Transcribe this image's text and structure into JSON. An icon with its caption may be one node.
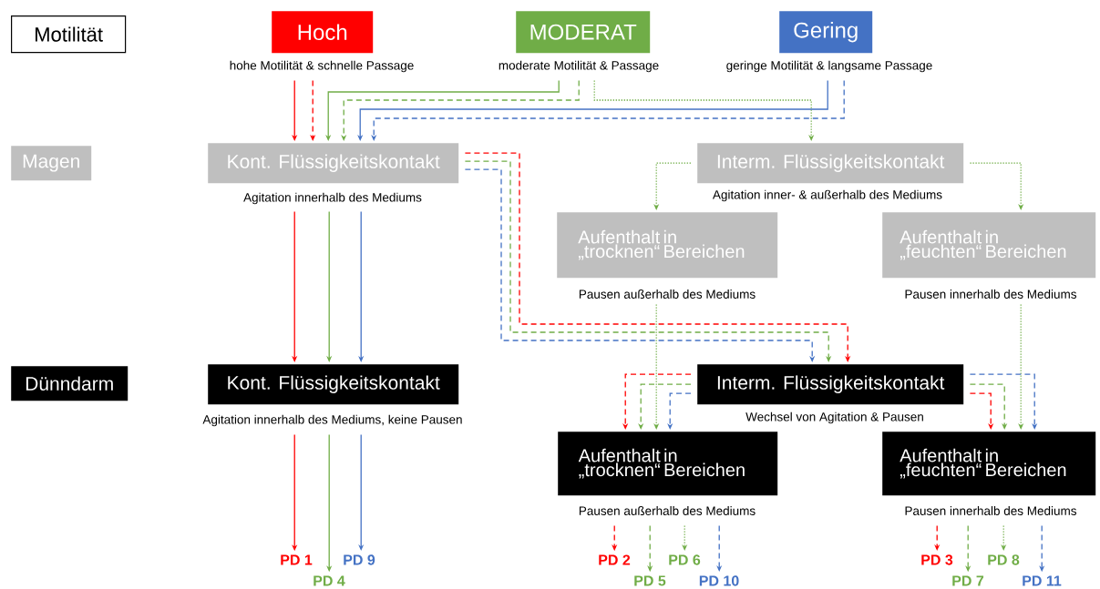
{
  "diagram": {
    "nodes": [
      {
        "text": [
          "Motilität"
        ]
      },
      {
        "text": [
          "Hoch"
        ],
        "beside": [
          "hohe Motilität & schnelle Passage"
        ]
      },
      {
        "text": [
          "MODERAT"
        ],
        "beside": [
          "moderate Motilität & Passage"
        ]
      },
      {
        "text": [
          "Gering"
        ],
        "beside": [
          "geringe Motilität & langsame Passage"
        ]
      },
      {
        "text": [
          "Magen"
        ]
      },
      {
        "text": [
          "Kont. Flüssigkeitskontakt"
        ],
        "beside": [
          "Agitation innerhalb des Mediums"
        ]
      },
      {
        "text": [
          "Interm. Flüssigkeitskontakt"
        ],
        "beside": [
          "Agitation inner- & außerhalb des Mediums"
        ]
      },
      {
        "text": [
          "Aufenthalt in „trocknen“ Bereichen"
        ],
        "beside": [
          "Pausen außerhalb des Mediums"
        ]
      },
      {
        "text": [
          "Aufenthalt in „feuchten“ Bereichen"
        ],
        "beside": [
          "Pausen innerhalb des Mediums"
        ]
      },
      {
        "text": [
          "Dünndarm"
        ]
      },
      {
        "text": [
          "Kont. Flüssigkeitskontakt"
        ],
        "beside": [
          "Agitation innerhalb des Mediums, keine Pausen"
        ]
      },
      {
        "text": [
          "Interm. Flüssigkeitskontakt"
        ],
        "beside": [
          "Wechsel von Agitation & Pausen"
        ]
      },
      {
        "text": [
          "Aufenthalt in „trocknen“ Bereichen"
        ],
        "beside": [
          "Pausen außerhalb des Mediums"
        ]
      },
      {
        "text": [
          "Aufenthalt in „feuchten“ Bereichen"
        ],
        "beside": [
          "Pausen innerhalb des Mediums"
        ]
      },
      {
        "text": [
          "PD 1"
        ]
      },
      {
        "text": [
          "PD 4"
        ]
      },
      {
        "text": [
          "PD 9"
        ]
      },
      {
        "text": [
          "PD 2"
        ]
      },
      {
        "text": [
          "PD 5"
        ]
      },
      {
        "text": [
          "PD 6"
        ]
      },
      {
        "text": [
          "PD 10"
        ]
      },
      {
        "text": [
          "PD 3"
        ]
      },
      {
        "text": [
          "PD 7"
        ]
      },
      {
        "text": [
          "PD 8"
        ]
      },
      {
        "text": [
          "PD 11"
        ]
      }
    ],
    "edges": [
      {
        "from": 1,
        "to": 5,
        "arrow": "to",
        "color": "#ff0000"
      },
      {
        "from": 1,
        "to": 5,
        "arrow": "to",
        "color": "#ff0000",
        "style": "dashed"
      },
      {
        "from": 2,
        "to": 5,
        "arrow": "to",
        "color": "#70ad47"
      },
      {
        "from": 2,
        "to": 5,
        "arrow": "to",
        "color": "#70ad47",
        "style": "dashed"
      },
      {
        "from": 2,
        "to": 6,
        "arrow": "to",
        "color": "#70ad47",
        "style": "dashed"
      },
      {
        "from": 3,
        "to": 5,
        "arrow": "to",
        "color": "#4472c4"
      },
      {
        "from": 3,
        "to": 5,
        "arrow": "to",
        "color": "#4472c4",
        "style": "dashed"
      },
      {
        "from": 5,
        "to": 10,
        "arrow": "to",
        "color": "#ff0000"
      },
      {
        "from": 5,
        "to": 10,
        "arrow": "to",
        "color": "#70ad47"
      },
      {
        "from": 5,
        "to": 10,
        "arrow": "to",
        "color": "#4472c4"
      },
      {
        "from": 5,
        "to": 11,
        "arrow": "to",
        "color": "#ff0000",
        "style": "dashed"
      },
      {
        "from": 5,
        "to": 11,
        "arrow": "to",
        "color": "#70ad47",
        "style": "dashed"
      },
      {
        "from": 5,
        "to": 11,
        "arrow": "to",
        "color": "#4472c4",
        "style": "dashed"
      },
      {
        "from": 6,
        "to": 7,
        "arrow": "to",
        "color": "#70ad47",
        "style": "dashed"
      },
      {
        "from": 6,
        "to": 8,
        "arrow": "to",
        "color": "#70ad47",
        "style": "dashed"
      },
      {
        "from": 7,
        "to": 12,
        "arrow": "to",
        "color": "#70ad47",
        "style": "dashed"
      },
      {
        "from": 8,
        "to": 13,
        "arrow": "to",
        "color": "#70ad47",
        "style": "dashed"
      },
      {
        "from": 11,
        "to": 12,
        "arrow": "to",
        "color": "#ff0000",
        "style": "dashed"
      },
      {
        "from": 11,
        "to": 12,
        "arrow": "to",
        "color": "#70ad47",
        "style": "dashed"
      },
      {
        "from": 11,
        "to": 12,
        "arrow": "to",
        "color": "#4472c4",
        "style": "dashed"
      },
      {
        "from": 11,
        "to": 13,
        "arrow": "to",
        "color": "#ff0000",
        "style": "dashed"
      },
      {
        "from": 11,
        "to": 13,
        "arrow": "to",
        "color": "#70ad47",
        "style": "dashed"
      },
      {
        "from": 11,
        "to": 13,
        "arrow": "to",
        "color": "#4472c4",
        "style": "dashed"
      },
      {
        "from": 10,
        "to": 14,
        "arrow": "to",
        "color": "#ff0000"
      },
      {
        "from": 10,
        "to": 15,
        "arrow": "to",
        "color": "#70ad47"
      },
      {
        "from": 10,
        "to": 16,
        "arrow": "to",
        "color": "#4472c4"
      },
      {
        "from": 12,
        "to": 17,
        "arrow": "to",
        "color": "#ff0000",
        "style": "dashed"
      },
      {
        "from": 12,
        "to": 18,
        "arrow": "to",
        "color": "#70ad47",
        "style": "dashed"
      },
      {
        "from": 12,
        "to": 19,
        "arrow": "to",
        "color": "#70ad47",
        "style": "dashed"
      },
      {
        "from": 12,
        "to": 20,
        "arrow": "to",
        "color": "#4472c4",
        "style": "dashed"
      },
      {
        "from": 13,
        "to": 21,
        "arrow": "to",
        "color": "#ff0000",
        "style": "dashed"
      },
      {
        "from": 13,
        "to": 22,
        "arrow": "to",
        "color": "#70ad47",
        "style": "dashed"
      },
      {
        "from": 13,
        "to": 23,
        "arrow": "to",
        "color": "#70ad47",
        "style": "dashed"
      },
      {
        "from": 13,
        "to": 24,
        "arrow": "to",
        "color": "#4472c4",
        "style": "dashed"
      }
    ]
  }
}
